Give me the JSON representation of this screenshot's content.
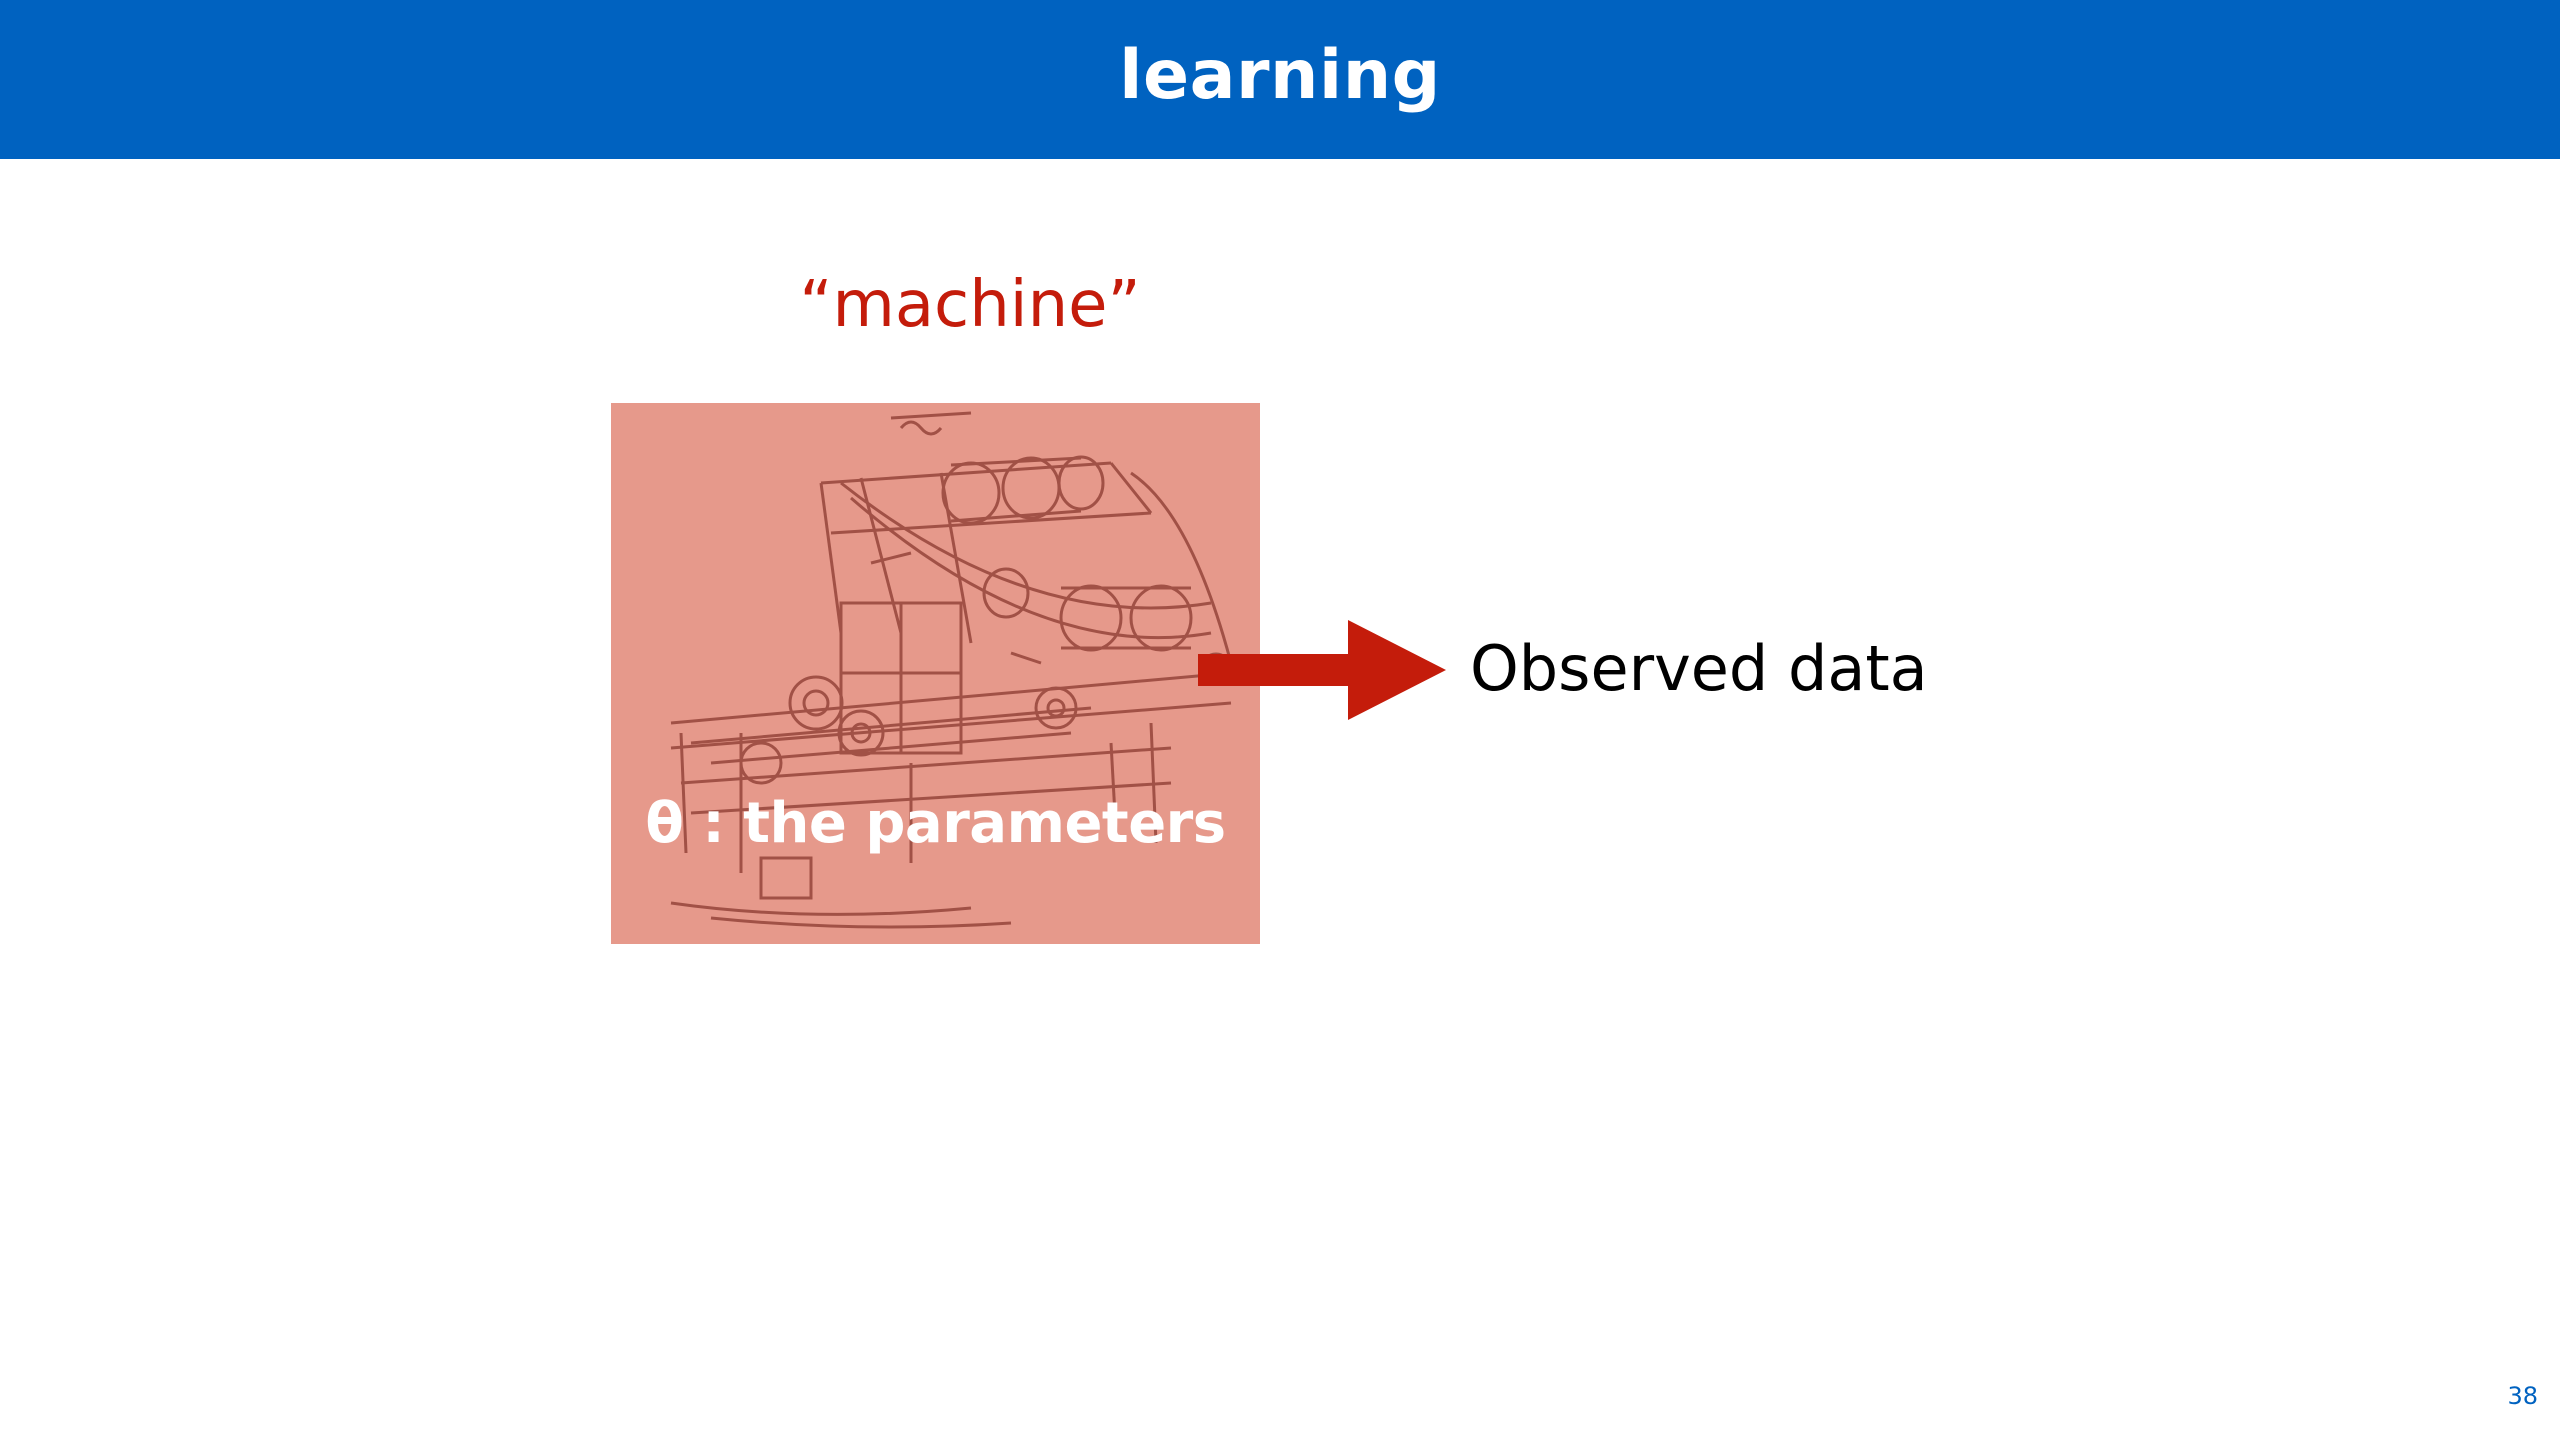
{
  "slide": {
    "title": "learning",
    "machine_label": "“machine”",
    "parameters_label": "θ : the parameters",
    "observed_label": "Observed data",
    "page_number": "38"
  },
  "colors": {
    "title_bar": "#0062c0",
    "accent_red": "#c41c0b",
    "machine_box": "#e6998b",
    "drawing_line": "#8a3a30"
  },
  "icons": {
    "machine": "machine-illustration",
    "arrow": "arrow-right-icon"
  }
}
